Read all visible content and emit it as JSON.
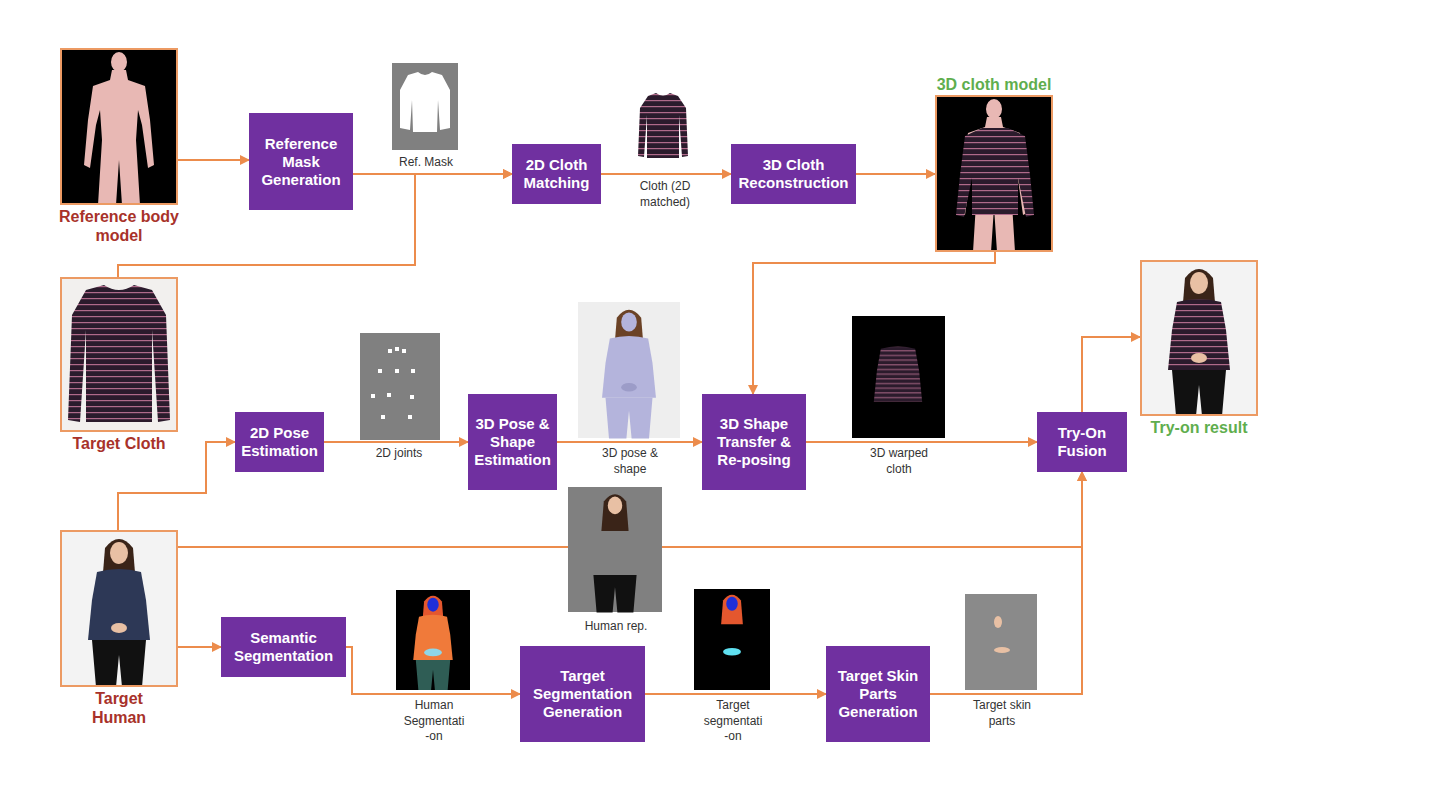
{
  "diagram": {
    "nodes": [
      {
        "text": [
          "Reference body model"
        ]
      },
      {
        "text": [
          "Reference Mask Generation"
        ]
      },
      {
        "text": [
          "2D Cloth Matching"
        ]
      },
      {
        "text": [
          "3D Cloth Reconstruction"
        ]
      },
      {
        "text": [
          "3D cloth model"
        ]
      },
      {
        "text": [
          "Target Cloth"
        ]
      },
      {
        "text": [
          "Try-on result"
        ]
      },
      {
        "text": [
          "2D Pose Estimation"
        ]
      },
      {
        "text": [
          "3D Pose & Shape Estimation"
        ]
      },
      {
        "text": [
          "3D Shape Transfer & Re-posing"
        ]
      },
      {
        "text": [
          "Try-On Fusion"
        ]
      },
      {
        "text": [
          "Target Human"
        ]
      },
      {
        "text": [
          "Semantic Segmentation"
        ]
      },
      {
        "text": [
          "Target Segmentation Generation"
        ]
      },
      {
        "text": [
          "Target Skin Parts Generation"
        ]
      }
    ],
    "edges": [
      {
        "from": 0,
        "to": 1,
        "arrow": "to"
      },
      {
        "from": 1,
        "to": 2,
        "label": "Ref. Mask",
        "arrow": "to"
      },
      {
        "from": 5,
        "to": 2,
        "arrow": "to"
      },
      {
        "from": 2,
        "to": 3,
        "label": "Cloth (2D matched)",
        "arrow": "to"
      },
      {
        "from": 3,
        "to": 4,
        "arrow": "to"
      },
      {
        "from": 4,
        "to": 9,
        "arrow": "to"
      },
      {
        "from": 11,
        "to": 7,
        "arrow": "to"
      },
      {
        "from": 7,
        "to": 8,
        "label": "2D joints",
        "arrow": "to"
      },
      {
        "from": 8,
        "to": 9,
        "label": "3D pose & shape",
        "arrow": "to"
      },
      {
        "from": 9,
        "to": 10,
        "label": "3D warped cloth",
        "arrow": "to"
      },
      {
        "from": 10,
        "to": 6,
        "arrow": "to"
      },
      {
        "from": 11,
        "to": 10,
        "label": "Human rep.",
        "arrow": "to"
      },
      {
        "from": 11,
        "to": 12,
        "arrow": "to"
      },
      {
        "from": 12,
        "to": 13,
        "label": "Human Segmentati -on",
        "arrow": "to"
      },
      {
        "from": 13,
        "to": 14,
        "label": "Target segmentati -on",
        "arrow": "to"
      },
      {
        "from": 14,
        "to": 10,
        "label": "Target skin parts",
        "arrow": "to"
      }
    ]
  }
}
